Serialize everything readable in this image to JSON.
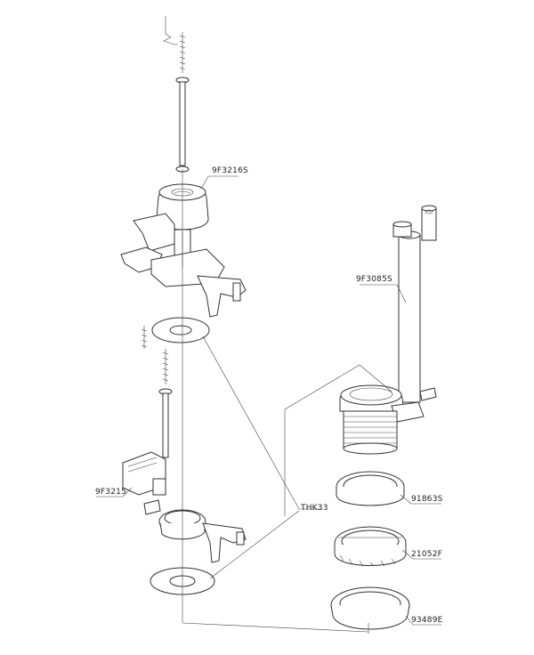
{
  "labels": {
    "upper_valve": "9F3216S",
    "overflow_tube": "9F3085S",
    "lower_valve": "9F3215",
    "washer_link": "THK33",
    "washer_ring": "91863S",
    "lock_nut": "21052F",
    "gasket": "93489E"
  }
}
